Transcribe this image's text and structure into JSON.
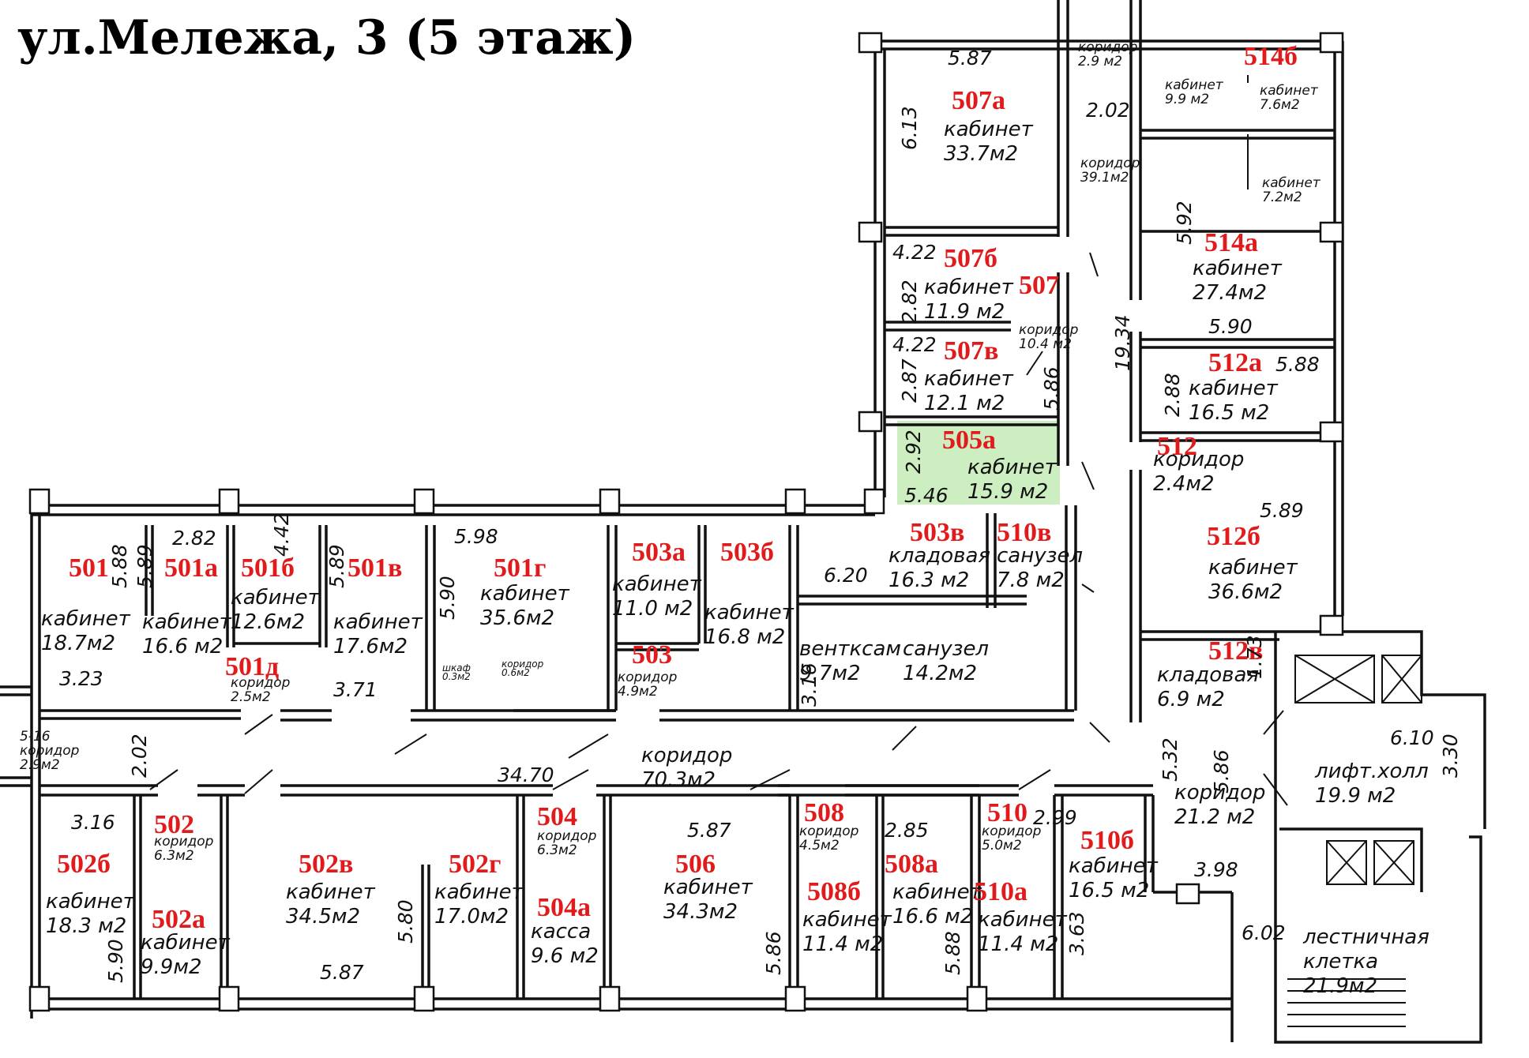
{
  "title": "ул.Мележа, 3 (5 этаж)",
  "highlight_color": "#cdeec0",
  "room_number_color": "#e11b1b",
  "rooms": [
    {
      "num": "507а",
      "lines": [
        "кабинет",
        "33.7м2"
      ]
    },
    {
      "num": "507б",
      "lines": [
        "кабинет",
        "11.9 м2"
      ]
    },
    {
      "num": "507в",
      "lines": [
        "кабинет",
        "12.1 м2"
      ]
    },
    {
      "num": "507",
      "lines": [
        "коридор",
        "10.4 м2"
      ]
    },
    {
      "num": "505а",
      "lines": [
        "кабинет",
        "15.9 м2"
      ]
    },
    {
      "num": "514б",
      "lines": []
    },
    {
      "num": "514а",
      "lines": [
        "кабинет",
        "27.4м2"
      ]
    },
    {
      "num": "512а",
      "lines": [
        "кабинет",
        "16.5 м2"
      ]
    },
    {
      "num": "512",
      "lines": [
        "коридор",
        "2.4м2"
      ]
    },
    {
      "num": "512б",
      "lines": [
        "кабинет",
        "36.6м2"
      ]
    },
    {
      "num": "512в",
      "lines": [
        "кладовая",
        "6.9 м2"
      ]
    },
    {
      "num": "501",
      "lines": [
        "кабинет",
        "18.7м2"
      ]
    },
    {
      "num": "501а",
      "lines": [
        "кабинет",
        "16.6 м2"
      ]
    },
    {
      "num": "501б",
      "lines": [
        "кабинет",
        "12.6м2"
      ]
    },
    {
      "num": "501в",
      "lines": [
        "кабинет",
        "17.6м2"
      ]
    },
    {
      "num": "501г",
      "lines": [
        "кабинет",
        "35.6м2"
      ]
    },
    {
      "num": "501д",
      "lines": [
        "коридор",
        "2.5м2"
      ]
    },
    {
      "num": "503а",
      "lines": [
        "кабинет",
        "11.0 м2"
      ]
    },
    {
      "num": "503б",
      "lines": [
        "кабинет",
        "16.8 м2"
      ]
    },
    {
      "num": "503",
      "lines": [
        "коридор",
        "4.9м2"
      ]
    },
    {
      "num": "503в",
      "lines": [
        "кладовая",
        "16.3 м2"
      ]
    },
    {
      "num": "510в",
      "lines": [
        "санузел",
        "7.8 м2"
      ]
    },
    {
      "num": "502",
      "lines": [
        "коридор",
        "6.3м2"
      ]
    },
    {
      "num": "502б",
      "lines": [
        "кабинет",
        "18.3 м2"
      ]
    },
    {
      "num": "502а",
      "lines": [
        "кабинет",
        "9.9м2"
      ]
    },
    {
      "num": "502в",
      "lines": [
        "кабинет",
        "34.5м2"
      ]
    },
    {
      "num": "502г",
      "lines": [
        "кабинет",
        "17.0м2"
      ]
    },
    {
      "num": "504",
      "lines": [
        "коридор",
        "6.3м2"
      ]
    },
    {
      "num": "504а",
      "lines": [
        "касса",
        "9.6 м2"
      ]
    },
    {
      "num": "506",
      "lines": [
        "кабинет",
        "34.3м2"
      ]
    },
    {
      "num": "508",
      "lines": [
        "коридор",
        "4.5м2"
      ]
    },
    {
      "num": "508а",
      "lines": [
        "кабинет",
        "16.6 м2"
      ]
    },
    {
      "num": "508б",
      "lines": [
        "кабинет",
        "11.4 м2"
      ]
    },
    {
      "num": "510",
      "lines": [
        "коридор",
        "5.0м2"
      ]
    },
    {
      "num": "510а",
      "lines": [
        "кабинет",
        "11.4 м2"
      ]
    },
    {
      "num": "510б",
      "lines": [
        "кабинет",
        "16.5 м2"
      ]
    }
  ],
  "labels": [
    {
      "lines": [
        "коридор",
        "2.9 м2"
      ]
    },
    {
      "lines": [
        "кабинет",
        "9.9 м2"
      ]
    },
    {
      "lines": [
        "кабинет",
        "7.6м2"
      ]
    },
    {
      "lines": [
        "кабинет",
        "7.2м2"
      ]
    },
    {
      "lines": [
        "коридор",
        "39.1м2"
      ]
    },
    {
      "lines": [
        "вентксам",
        "9.7м2"
      ]
    },
    {
      "lines": [
        "санузел",
        "14.2м2"
      ]
    },
    {
      "lines": [
        "коридор",
        "70.3м2"
      ]
    },
    {
      "lines": [
        "коридор",
        "21.2 м2"
      ]
    },
    {
      "lines": [
        "лифт.холл",
        "19.9 м2"
      ]
    },
    {
      "lines": [
        "лестничная",
        "клетка",
        "21.9м2"
      ]
    },
    {
      "lines": [
        "5-16",
        "коридор",
        "2.9м2"
      ]
    }
  ],
  "tiny_labels": [
    {
      "lines": [
        "шкаф",
        "0.3м2"
      ]
    },
    {
      "lines": [
        "коридор",
        "0.6м2"
      ]
    }
  ],
  "dimensions": [
    "5.87",
    "6.13",
    "2.02",
    "4.22",
    "2.82",
    "4.22",
    "2.87",
    "5.86",
    "2.92",
    "5.46",
    "19.34",
    "5.92",
    "5.90",
    "2.88",
    "5.88",
    "5.89",
    "1.73",
    "5.88",
    "5.89",
    "2.82",
    "4.42",
    "5.89",
    "5.98",
    "5.90",
    "3.23",
    "3.71",
    "6.20",
    "3.16",
    "34.70",
    "2.02",
    "3.16",
    "5.32",
    "6.10",
    "3.30",
    "5.87",
    "2.85",
    "2.99",
    "3.98",
    "6.02",
    "5.86",
    "5.90",
    "5.80",
    "5.87",
    "5.86",
    "5.88",
    "3.63"
  ]
}
